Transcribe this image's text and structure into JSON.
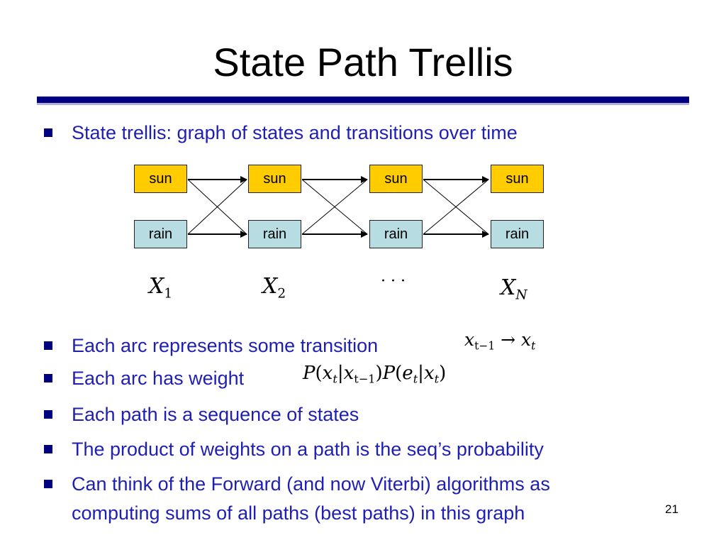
{
  "slide": {
    "title": "State Path Trellis",
    "page_number": "21",
    "accent_color": "#000080",
    "text_color": "#1f1fb3"
  },
  "bullets": [
    "State trellis: graph of states and transitions over time",
    "Each arc represents some transition",
    "Each arc has weight",
    "Each path is a sequence of states",
    "The product of weights on a path is the seq’s probability",
    "Can think of the Forward (and now Viterbi) algorithms as",
    "computing sums of all paths (best paths) in this graph"
  ],
  "trellis": {
    "states": [
      "sun",
      "rain"
    ],
    "state_colors": {
      "sun": "#ffcc00",
      "rain": "#b7dde2"
    },
    "columns": [
      {
        "sun": "sun",
        "rain": "rain",
        "label_var": "X",
        "label_sub": "1"
      },
      {
        "sun": "sun",
        "rain": "rain",
        "label_var": "X",
        "label_sub": "2"
      },
      {
        "sun": "sun",
        "rain": "rain",
        "label_var": "· · ·",
        "label_sub": ""
      },
      {
        "sun": "sun",
        "rain": "rain",
        "label_var": "X",
        "label_sub": "N"
      }
    ]
  },
  "formulas": {
    "transition": {
      "x1": "x",
      "sub1": "t−1",
      "arrow": "→",
      "x2": "x",
      "sub2": "t"
    },
    "weight": {
      "P1": "P",
      "open1": "(",
      "x": "x",
      "sub_t": "t",
      "bar1": "|",
      "x_prev": "x",
      "sub_prev": "t−1",
      "close1": ")",
      "P2": "P",
      "open2": "(",
      "e": "e",
      "sub_e": "t",
      "bar2": "|",
      "x2": "x",
      "sub_x2": "t",
      "close2": ")"
    }
  }
}
